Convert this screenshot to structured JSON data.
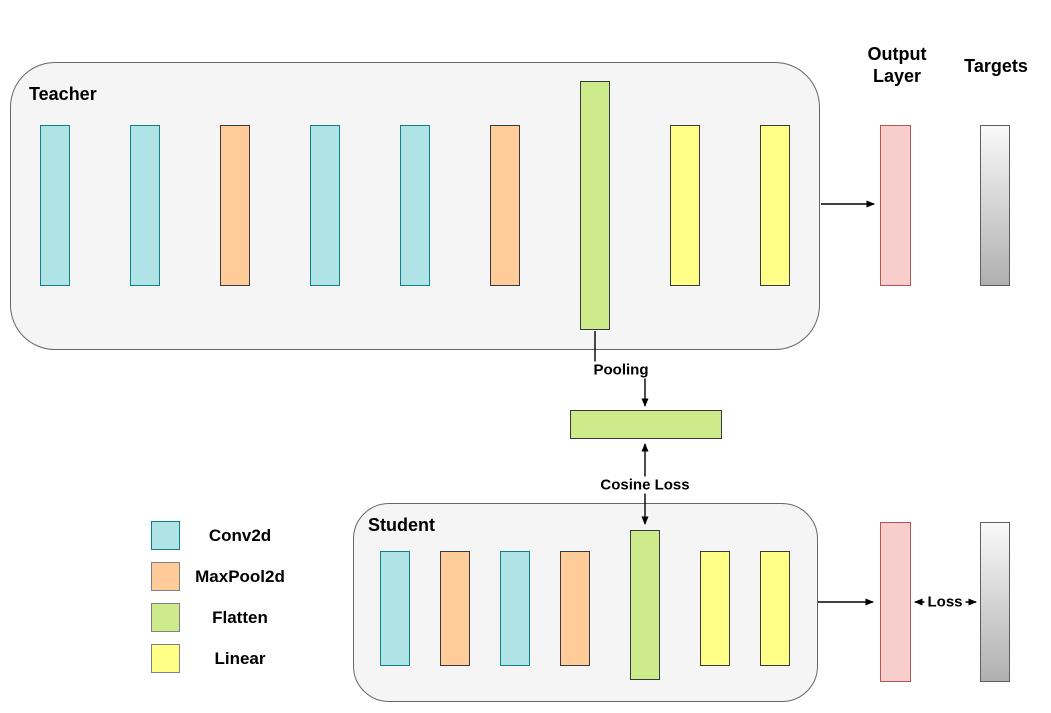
{
  "colors": {
    "conv_fill": "#b0e3e6",
    "conv_stroke": "#0e8088",
    "pool_fill": "#ffcc99",
    "pool_stroke": "#36393d",
    "flatten_fill": "#cdeb8b",
    "flatten_stroke": "#36393d",
    "linear_fill": "#ffff88",
    "linear_stroke": "#36393d",
    "output_fill": "#f8cecc",
    "output_stroke": "#b85450",
    "target_top": "#f9f9f9",
    "target_bottom": "#b0b0b0",
    "target_stroke": "#5f5f5f",
    "container_fill": "#f5f5f5",
    "container_stroke": "#666666",
    "arrow": "#000000"
  },
  "teacher": {
    "title": "Teacher",
    "layers": [
      "conv",
      "conv",
      "pool",
      "conv",
      "conv",
      "pool",
      "flatten",
      "linear",
      "linear"
    ]
  },
  "student": {
    "title": "Student",
    "layers": [
      "conv",
      "pool",
      "conv",
      "pool",
      "flatten",
      "linear",
      "linear"
    ]
  },
  "labels": {
    "output_layer": "Output Layer",
    "targets": "Targets",
    "pooling": "Pooling",
    "cosine_loss": "Cosine Loss",
    "loss": "Loss"
  },
  "legend": [
    {
      "type": "conv",
      "label": "Conv2d"
    },
    {
      "type": "pool",
      "label": "MaxPool2d"
    },
    {
      "type": "flatten",
      "label": "Flatten"
    },
    {
      "type": "linear",
      "label": "Linear"
    }
  ]
}
